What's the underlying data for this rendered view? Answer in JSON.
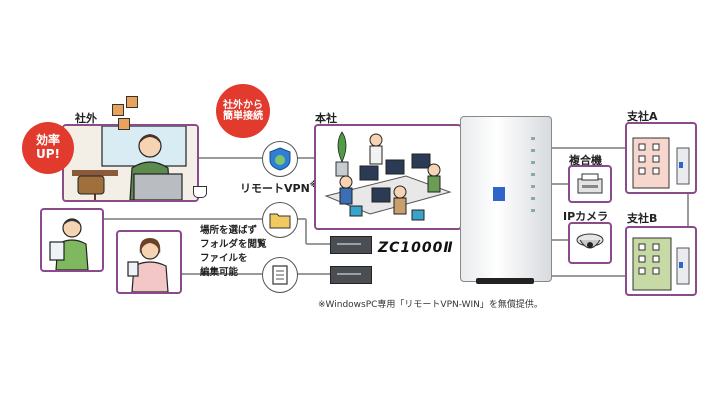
{
  "labels": {
    "outside": "社外",
    "hq": "本社",
    "branch_a": "支社A",
    "branch_b": "支社B",
    "multifunction": "複合機",
    "ip_camera": "IPカメラ",
    "remote_vpn": "リモートVPN",
    "remote_vpn_mark": "※",
    "product": "ZC1000Ⅱ"
  },
  "bubbles": {
    "efficiency_line1": "効率",
    "efficiency_line2": "UP!",
    "easy_line1": "社外から",
    "easy_line2": "簡単接続"
  },
  "features": {
    "line1": "場所を選ばず",
    "line2": "フォルダを閲覧",
    "line3": "ファイルを",
    "line4": "編集可能"
  },
  "footnote": "※WindowsPC専用「リモートVPN-WIN」を無償提供。",
  "colors": {
    "accent": "#8b4a8c",
    "bubble": "#e23a2d",
    "line": "#9a9a9a"
  }
}
